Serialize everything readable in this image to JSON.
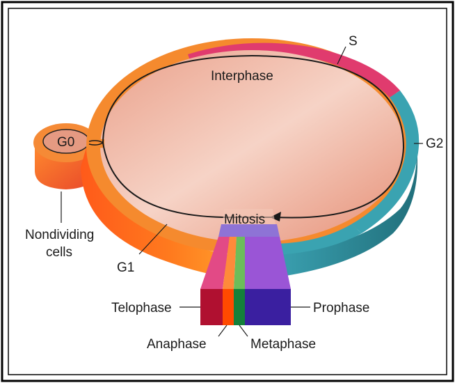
{
  "labels": {
    "interphase": "Interphase",
    "s": "S",
    "g2": "G2",
    "g0": "G0",
    "g1": "G1",
    "nondividing_line1": "Nondividing",
    "nondividing_line2": "cells",
    "mitosis": "Mitosis",
    "telophase": "Telophase",
    "anaphase": "Anaphase",
    "metaphase": "Metaphase",
    "prophase": "Prophase"
  },
  "colors": {
    "frame": "#000000",
    "disc_top_light": "#f6d2c4",
    "disc_top_dark": "#e9937a",
    "g1_orange": "#f7941d",
    "g1_side": "#f15a24",
    "s_magenta": "#e23c74",
    "g2_teal": "#3fa9b5",
    "g2_side": "#2b7f8c",
    "mitosis_purple": "#8a6fd1",
    "telophase": "#c2185b",
    "anaphase": "#ff6f00",
    "metaphase": "#2e9e45",
    "prophase": "#4b2aa8"
  }
}
